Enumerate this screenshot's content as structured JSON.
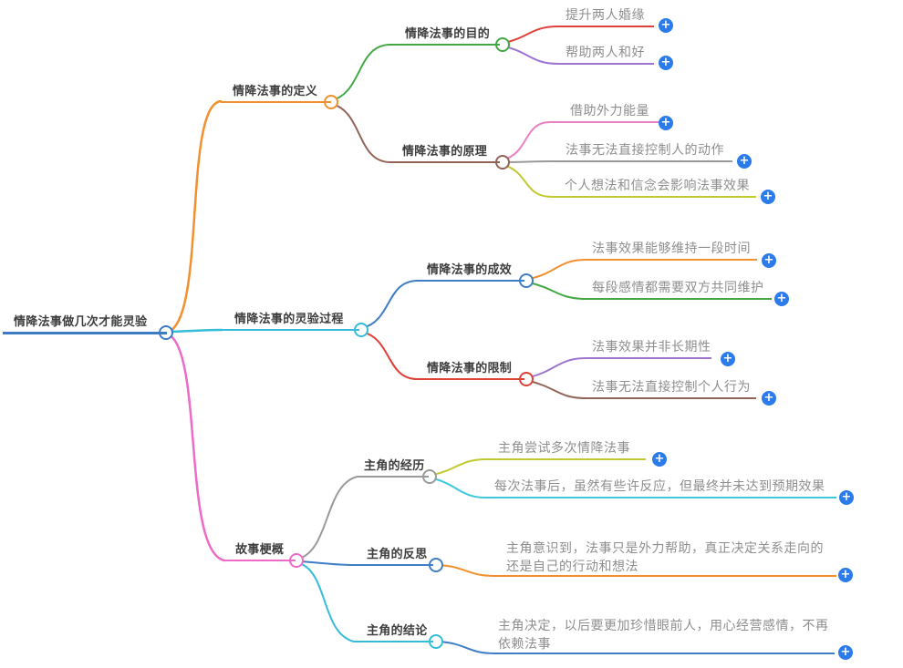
{
  "colors": {
    "root_blue": "#3b7cc4",
    "orange": "#f0902f",
    "cyan": "#35bcd9",
    "turquoise": "#3fc8dc",
    "pink": "#ed6ac6",
    "hotpink": "#ea80c4",
    "green": "#43a843",
    "brown": "#916457",
    "blue": "#3f7ec6",
    "red": "#e0403a",
    "purple": "#9d75ce",
    "gray": "#9a9a9a",
    "olive": "#c2c92e",
    "plus_blue": "#2b7bea",
    "title_text": "#3d3d3d",
    "leaf_text": "#8e8e8e"
  },
  "icons": {
    "plus": "+"
  },
  "map": {
    "root": {
      "label": "情降法事做几次才能灵验"
    },
    "branches": [
      {
        "label": "情降法事的定义",
        "children": [
          {
            "label": "情降法事的目的",
            "children": [
              {
                "label": "提升两人婚缘"
              },
              {
                "label": "帮助两人和好"
              }
            ]
          },
          {
            "label": "情降法事的原理",
            "children": [
              {
                "label": "借助外力能量"
              },
              {
                "label": "法事无法直接控制人的动作"
              },
              {
                "label": "个人想法和信念会影响法事效果"
              }
            ]
          }
        ]
      },
      {
        "label": "情降法事的灵验过程",
        "children": [
          {
            "label": "情降法事的成效",
            "children": [
              {
                "label": "法事效果能够维持一段时间"
              },
              {
                "label": "每段感情都需要双方共同维护"
              }
            ]
          },
          {
            "label": "情降法事的限制",
            "children": [
              {
                "label": "法事效果并非长期性"
              },
              {
                "label": "法事无法直接控制个人行为"
              }
            ]
          }
        ]
      },
      {
        "label": "故事梗概",
        "children": [
          {
            "label": "主角的经历",
            "children": [
              {
                "label": "主角尝试多次情降法事"
              },
              {
                "label": "每次法事后，虽然有些许反应，但最终并未达到预期效果"
              }
            ]
          },
          {
            "label": "主角的反思",
            "children": [
              {
                "label": "主角意识到，法事只是外力帮助，真正决定关系走向的还是自己的行动和想法"
              }
            ]
          },
          {
            "label": "主角的结论",
            "children": [
              {
                "label": "主角决定，以后要更加珍惜眼前人，用心经营感情，不再依赖法事"
              }
            ]
          }
        ]
      }
    ]
  }
}
